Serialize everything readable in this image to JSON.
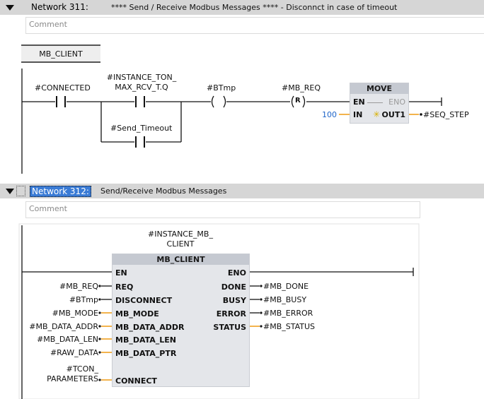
{
  "network311": {
    "number": "Network 311:",
    "comment": "****   Send / Receive Modbus Messages    **** - Disconnct in case of timeout",
    "comment_placeholder": "Comment",
    "tag": "MB_CLIENT",
    "contacts": {
      "connected": "#CONNECTED",
      "ton_line1": "#INSTANCE_TON_",
      "ton_line2": "MAX_RCV_T.Q",
      "send_timeout": "#Send_Timeout"
    },
    "coils": {
      "btmp": "#BTmp",
      "btmp_symbol": "(  )",
      "mb_req": "#MB_REQ",
      "mb_req_symbol": "( R )"
    },
    "move_block": {
      "title": "MOVE",
      "en": "EN",
      "eno": "ENO",
      "in_label": "IN",
      "in_value": "100",
      "out_label": "OUT1",
      "out_value": "#SEQ_STEP"
    }
  },
  "network312": {
    "number": "Network 312:",
    "comment": "Send/Receive Modbus Messages",
    "comment_placeholder": "Comment",
    "instance_line1": "#INSTANCE_MB_",
    "instance_line2": "CLIENT",
    "block": {
      "title": "MB_CLIENT",
      "inputs": [
        {
          "pin": "EN",
          "value": ""
        },
        {
          "pin": "REQ",
          "value": "#MB_REQ"
        },
        {
          "pin": "DISCONNECT",
          "value": "#BTmp"
        },
        {
          "pin": "MB_MODE",
          "value": "#MB_MODE"
        },
        {
          "pin": "MB_DATA_ADDR",
          "value": "#MB_DATA_ADDR"
        },
        {
          "pin": "MB_DATA_LEN",
          "value": "#MB_DATA_LEN"
        },
        {
          "pin": "MB_DATA_PTR",
          "value": "#RAW_DATA"
        },
        {
          "pin": "CONNECT",
          "value_line1": "#TCON_",
          "value_line2": "PARAMETERS"
        }
      ],
      "outputs": [
        {
          "pin": "ENO",
          "value": ""
        },
        {
          "pin": "DONE",
          "value": "#MB_DONE"
        },
        {
          "pin": "BUSY",
          "value": "#MB_BUSY"
        },
        {
          "pin": "ERROR",
          "value": "#MB_ERROR"
        },
        {
          "pin": "STATUS",
          "value": "#MB_STATUS"
        }
      ]
    }
  },
  "colors": {
    "header_bg": "#d6d6d6",
    "selection": "#3a7bd5",
    "block_bg": "#e4e6ea",
    "block_title": "#c5c9d1",
    "wire": "#111111",
    "param_wire": "#f0a020",
    "constant": "#1e64c8"
  }
}
